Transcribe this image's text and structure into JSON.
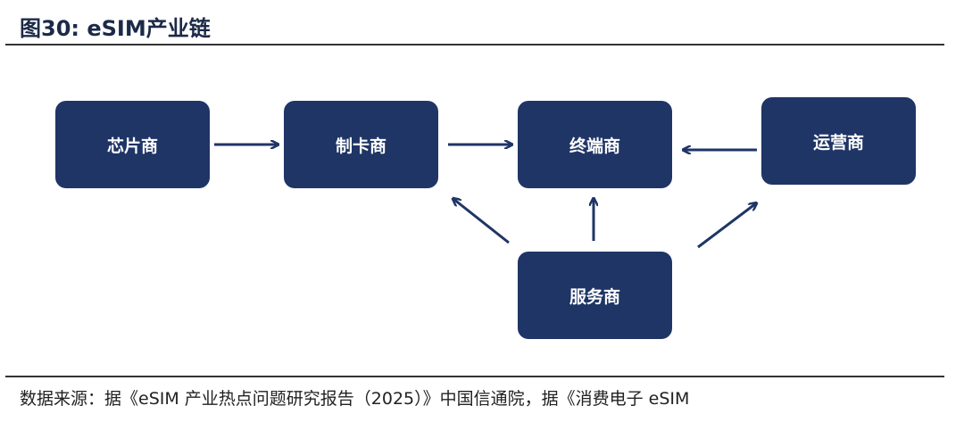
{
  "title": "图30:  eSIM产业链",
  "nodes": {
    "chip": "芯片商",
    "card": "制卡商",
    "terminal": "终端商",
    "operator": "运营商",
    "service": "服务商"
  },
  "colors": {
    "box": "#1f3566",
    "arrow": "#1f3566"
  },
  "footer": "数据来源：据《eSIM 产业热点问题研究报告（2025）》中国信通院，据《消费电子 eSIM"
}
